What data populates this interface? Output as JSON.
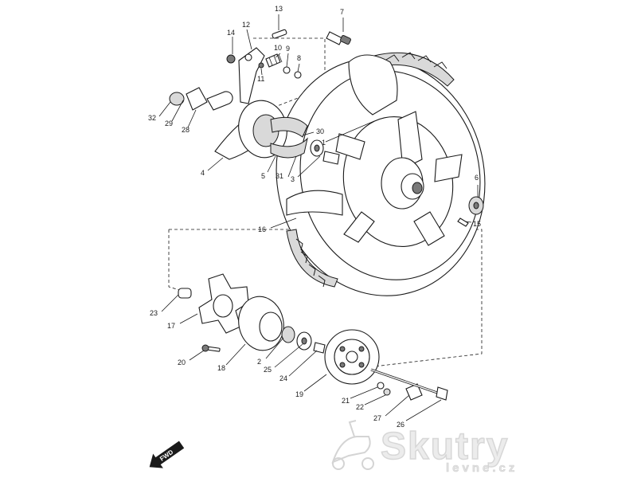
{
  "diagram": {
    "callouts": [
      {
        "id": "c1",
        "label": "1"
      },
      {
        "id": "c2",
        "label": "2"
      },
      {
        "id": "c3",
        "label": "3"
      },
      {
        "id": "c4",
        "label": "4"
      },
      {
        "id": "c5",
        "label": "5"
      },
      {
        "id": "c6",
        "label": "6"
      },
      {
        "id": "c7",
        "label": "7"
      },
      {
        "id": "c8",
        "label": "8"
      },
      {
        "id": "c9",
        "label": "9"
      },
      {
        "id": "c10",
        "label": "10"
      },
      {
        "id": "c11",
        "label": "11"
      },
      {
        "id": "c12",
        "label": "12"
      },
      {
        "id": "c13",
        "label": "13"
      },
      {
        "id": "c14",
        "label": "14"
      },
      {
        "id": "c15",
        "label": "15"
      },
      {
        "id": "c16",
        "label": "16"
      },
      {
        "id": "c17",
        "label": "17"
      },
      {
        "id": "c18",
        "label": "18"
      },
      {
        "id": "c19",
        "label": "19"
      },
      {
        "id": "c20",
        "label": "20"
      },
      {
        "id": "c21",
        "label": "21"
      },
      {
        "id": "c22",
        "label": "22"
      },
      {
        "id": "c23",
        "label": "23"
      },
      {
        "id": "c24",
        "label": "24"
      },
      {
        "id": "c25",
        "label": "25"
      },
      {
        "id": "c26",
        "label": "26"
      },
      {
        "id": "c27",
        "label": "27"
      },
      {
        "id": "c28",
        "label": "28"
      },
      {
        "id": "c29",
        "label": "29"
      },
      {
        "id": "c30",
        "label": "30"
      },
      {
        "id": "c31",
        "label": "31"
      },
      {
        "id": "c32",
        "label": "32"
      }
    ],
    "direction_arrow": {
      "label": "FWD"
    },
    "watermark": {
      "brand": "Skutry",
      "domain": "levne.cz"
    }
  }
}
